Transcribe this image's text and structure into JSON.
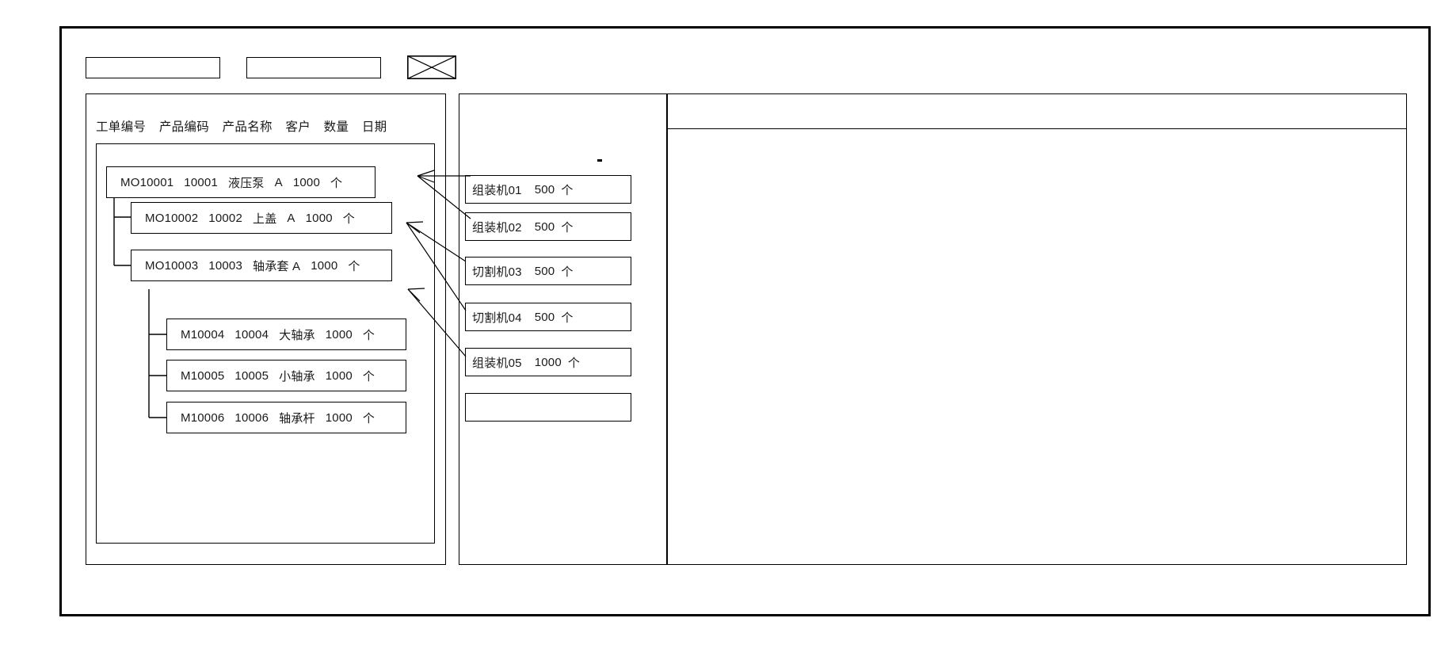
{
  "window": {
    "title": ""
  },
  "toolbar": {
    "field1_value": "",
    "field1_placeholder": "",
    "field2_value": "",
    "field2_placeholder": "",
    "icon_name": "crossed-box-placeholder-icon"
  },
  "left_panel": {
    "columns": [
      "工单编号",
      "产品编码",
      "产品名称",
      "客户",
      "数量",
      "日期"
    ],
    "rows": [
      {
        "order_no": "MO10001",
        "product_code": "10001",
        "product_name": "液压泵",
        "customer": "A",
        "qty": "1000",
        "unit": "个",
        "level": 0
      },
      {
        "order_no": "MO10002",
        "product_code": "10002",
        "product_name": "上盖",
        "customer": "A",
        "qty": "1000",
        "unit": "个",
        "level": 1
      },
      {
        "order_no": "MO10003",
        "product_code": "10003",
        "product_name": "轴承套 A",
        "customer": "",
        "qty": "1000",
        "unit": "个",
        "level": 1
      },
      {
        "order_no": "M10004",
        "product_code": "10004",
        "product_name": "大轴承",
        "customer": "",
        "qty": "1000",
        "unit": "个",
        "level": 2
      },
      {
        "order_no": "M10005",
        "product_code": "10005",
        "product_name": "小轴承",
        "customer": "",
        "qty": "1000",
        "unit": "个",
        "level": 2
      },
      {
        "order_no": "M10006",
        "product_code": "10006",
        "product_name": "轴承杆",
        "customer": "",
        "qty": "1000",
        "unit": "个",
        "level": 2
      }
    ]
  },
  "mid_panel": {
    "marker": "",
    "cards": [
      {
        "machine": "组装机01",
        "qty": "500",
        "unit": "个"
      },
      {
        "machine": "组装机02",
        "qty": "500",
        "unit": "个"
      },
      {
        "machine": "切割机03",
        "qty": "500",
        "unit": "个"
      },
      {
        "machine": "切割机04",
        "qty": "500",
        "unit": "个"
      },
      {
        "machine": "组装机05",
        "qty": "1000",
        "unit": "个"
      },
      {
        "machine": "",
        "qty": "",
        "unit": ""
      }
    ]
  },
  "right_panel": {
    "header_text": "",
    "body_text": ""
  },
  "colors": {
    "line": "#000000",
    "background": "#ffffff",
    "text": "#1a1a1a"
  }
}
